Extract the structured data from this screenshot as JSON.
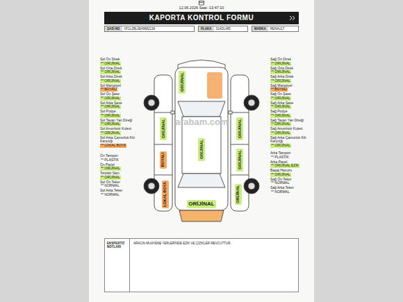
{
  "diagram": {
    "title": "KAPORTA KONTROL FORMU",
    "nodes": [
      {
        "text": [
          "ŞASİ NO",
          "VF1LZBL0E49882138"
        ]
      },
      {
        "text": [
          "PLAKA",
          "31ADL485"
        ]
      },
      {
        "text": [
          "MARKA",
          "RENAULT"
        ]
      },
      {
        "text": [
          "ORİJİNAL"
        ]
      },
      {
        "text": [
          "ORİJİNAL"
        ]
      },
      {
        "text": [
          "BOYALI"
        ]
      },
      {
        "text": [
          "LOKAL BOYA"
        ]
      },
      {
        "text": [
          "ORİJİNAL"
        ]
      },
      {
        "text": [
          "ORİJİNAL"
        ]
      },
      {
        "text": [
          "ORİJİNAL"
        ]
      },
      {
        "text": [
          "ORİJİNAL"
        ]
      },
      {
        "text": [
          "ORİJİNAL"
        ]
      },
      {
        "text": [
          "EKSPERTİZ NOTLARI",
          "ARACIN MUAYENE YERLERİNDE EZİK VE ÇİZİKLER MEVCUTTUR."
        ]
      }
    ],
    "labels": [
      "12.06.2026 Saat :13:47:10",
      "Sol Ön Direk",
      "** ORİJİNAL",
      "Sol Orta Direk",
      "** ORİJİNAL",
      "Sol Arka Direk",
      "** ORİJİNAL",
      "Sol Marşpiyel",
      "** BOYALI",
      "Sol Ön Şase",
      "** ORİJİNAL",
      "Sol Arka Şase",
      "** ORİJİNAL",
      "Sol Podye",
      "** ORİJİNAL",
      "Sol Tavan Yan Direği",
      "** ORİJİNAL",
      "Sol Amortisör Kulesi",
      "** ORİJİNAL",
      "Sol Arka Çamurluk Kiti Karşılığı",
      "** LOKAL BOYA",
      "Ön Tampon",
      "** PLASTİK",
      "Ön Panel",
      "** ORİJİNAL",
      "Torpido Sacı",
      "** ORİJİNAL",
      "Sol Ön Teker",
      "** NORMAL",
      "Sol Arka Teker",
      "** NORMAL",
      "Sağ Ön Direk",
      "** ORİJİNAL",
      "Sağ Orta Direk",
      "** ORİJİNAL",
      "Sağ Arka Direk",
      "** ORİJİNAL",
      "Sağ Marşpiyel",
      "** BOYALI",
      "Sağ Ön Şase",
      "** ORİJİNAL",
      "Sağ Arka Şase",
      "** ORİJİNAL",
      "Sağ Podye",
      "** ORİJİNAL",
      "Sağ Tavan Yan Direği",
      "** ORİJİNAL",
      "Sağ Amortisör Kulesi",
      "** ORİJİNAL",
      "Sağ Arka Çamurluk Kiti Karşılığı",
      "** ORİJİNAL",
      "Arka Tampon",
      "** PLASTİK",
      "Arka Panel",
      "** ORİJİNAL EZİK",
      "Bagaj Havuzu",
      "** ORİJİNAL",
      "Sağ Ön Teker",
      "** NORMAL",
      "Sağ Arka Teker",
      "** NORMAL",
      "arabam.com"
    ]
  }
}
